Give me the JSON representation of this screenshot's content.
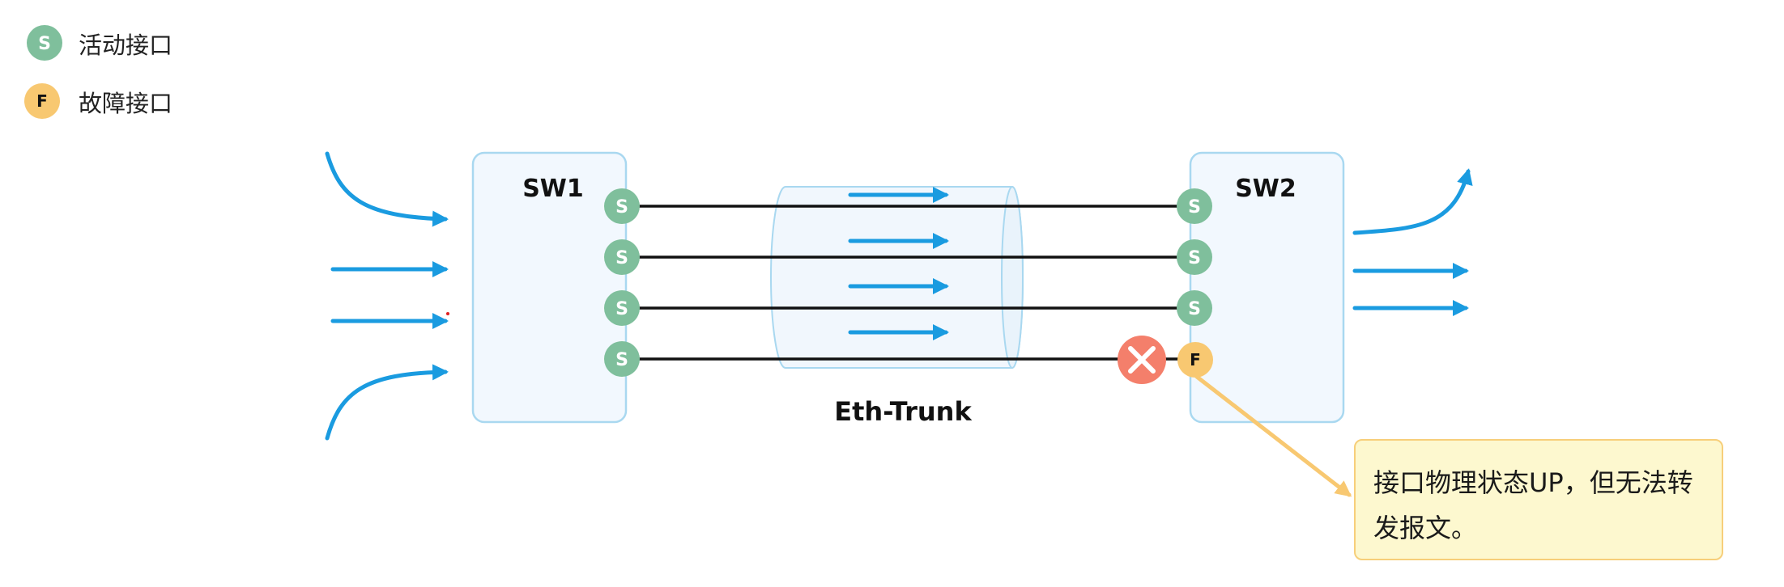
{
  "legend": {
    "items": [
      {
        "letter": "S",
        "label": "活动接口",
        "color": "#7fbf9c"
      },
      {
        "letter": "F",
        "label": "故障接口",
        "color": "#f8c871"
      }
    ]
  },
  "switches": {
    "sw1": {
      "name": "SW1",
      "ports": [
        "S",
        "S",
        "S",
        "S"
      ]
    },
    "sw2": {
      "name": "SW2",
      "ports": [
        "S",
        "S",
        "S",
        "F"
      ]
    }
  },
  "trunk": {
    "label": "Eth-Trunk",
    "member_links": 4,
    "failed_link_index": 3
  },
  "callout": {
    "text": "接口物理状态UP，但无法转发报文。"
  },
  "colors": {
    "active_port": "#7fbf9c",
    "fault_port": "#f8c871",
    "traffic_arrow": "#1a9be0",
    "box_border": "#a9d8f0",
    "box_fill": "#f2f8fe",
    "fault_mark": "#f47f6b",
    "callout_fill": "#fdf8cf",
    "callout_border": "#f7cf7a"
  }
}
